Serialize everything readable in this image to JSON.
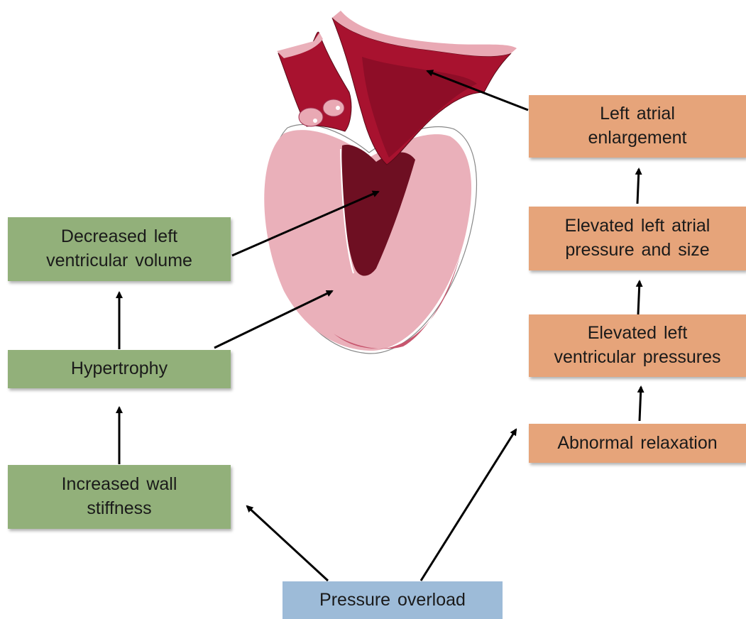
{
  "colors": {
    "green_box": "#92b07a",
    "orange_box": "#e6a47a",
    "blue_box": "#9dbbd8",
    "arrow": "#000000",
    "heart_wall": "#e8adb8",
    "heart_chamber": "#6e0f22",
    "atrium": "#a8122f"
  },
  "icons": {
    "illustration": "heart-cross-section-illustration"
  },
  "left_chain": {
    "decreased_lv_volume": "Decreased left\nventricular volume",
    "hypertrophy": "Hypertrophy",
    "increased_wall_stiffness": "Increased wall\nstiffness"
  },
  "right_chain": {
    "left_atrial_enlargement": "Left atrial\nenlargement",
    "elevated_la_pressure_size": "Elevated left atrial\npressure and size",
    "elevated_lv_pressures": "Elevated left\nventricular pressures",
    "abnormal_relaxation": "Abnormal relaxation"
  },
  "root": {
    "pressure_overload": "Pressure overload"
  }
}
